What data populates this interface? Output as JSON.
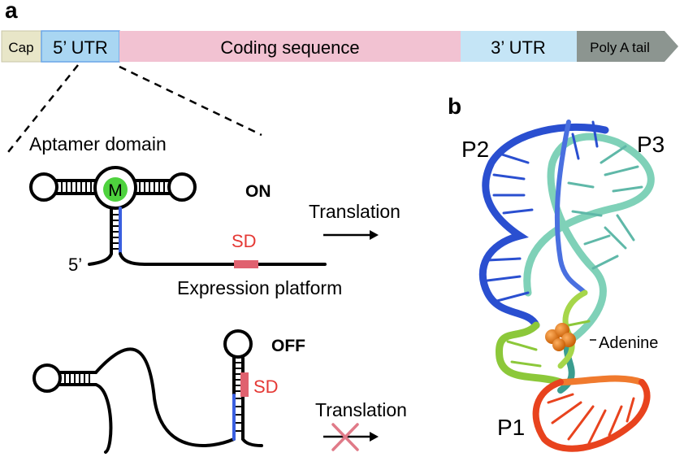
{
  "panel_a": {
    "label": "a",
    "mrna_bar": {
      "segments": [
        {
          "key": "cap",
          "label": "Cap",
          "color": "#e8e6c8"
        },
        {
          "key": "utr5",
          "label": "5’ UTR",
          "color": "#a9d6f2"
        },
        {
          "key": "coding",
          "label": "Coding sequence",
          "color": "#f2c2d2"
        },
        {
          "key": "utr3",
          "label": "3’ UTR",
          "color": "#c5e5f6"
        },
        {
          "key": "polya",
          "label": "Poly A tail",
          "color": "#8c9590"
        }
      ]
    },
    "on_state": {
      "aptamer_label": "Aptamer domain",
      "ligand_label": "M",
      "ligand_color": "#4ed23e",
      "state_label": "ON",
      "five_prime_label": "5’",
      "sd_label": "SD",
      "platform_label": "Expression platform",
      "translation_label": "Translation"
    },
    "off_state": {
      "state_label": "OFF",
      "sd_label": "SD",
      "translation_label": "Translation"
    },
    "colors": {
      "sd": "#e0616f",
      "blue_strand": "#3a5fe0",
      "cross": "#e07a88"
    }
  },
  "panel_b": {
    "label": "b",
    "labels": {
      "p1": "P1",
      "p2": "P2",
      "p3": "P3",
      "ligand": "Adenine"
    },
    "colors": {
      "p1": "#e8431e",
      "p2": "#2a4fd0",
      "p3": "#7fd1b8",
      "core": "#8cc83a",
      "ligand": "#e07a12"
    }
  }
}
